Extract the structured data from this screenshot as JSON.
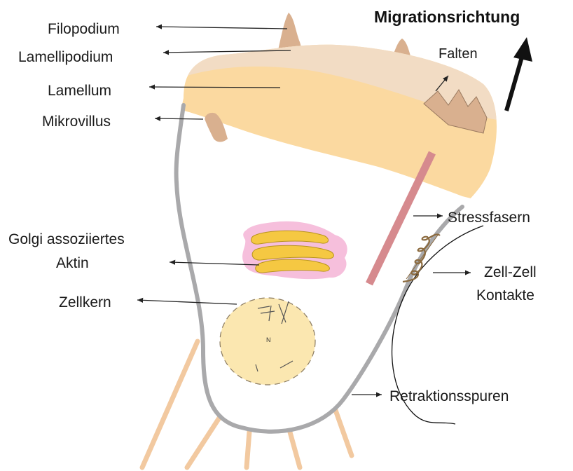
{
  "title": "Migrationsrichtung",
  "labels": {
    "filopodium": "Filopodium",
    "lamellipodium": "Lamellipodium",
    "lamellum": "Lamellum",
    "mikrovillus": "Mikrovillus",
    "falten": "Falten",
    "stressfasern": "Stressfasern",
    "golgi_line1": "Golgi assoziiertes",
    "golgi_line2": "Aktin",
    "zellkern": "Zellkern",
    "zell_zell_line1": "Zell-Zell",
    "zell_zell_line2": "Kontakte",
    "retraktionsspuren": "Retraktionsspuren",
    "nucleus_letter": "N"
  },
  "colors": {
    "lamellipodium": "#f2dcc4",
    "lamellum": "#fbd9a0",
    "filopodium": "#d9b08f",
    "membrane": "#a9a9ab",
    "stress_fiber": "#d68a8e",
    "golgi_halo": "#f6bfdc",
    "golgi_cisternae": "#f5c842",
    "nucleus": "#fbe7b0",
    "retraction_fiber": "#f2c9a0",
    "contact_coil": "#8b6a3e",
    "arrow": "#111111"
  }
}
